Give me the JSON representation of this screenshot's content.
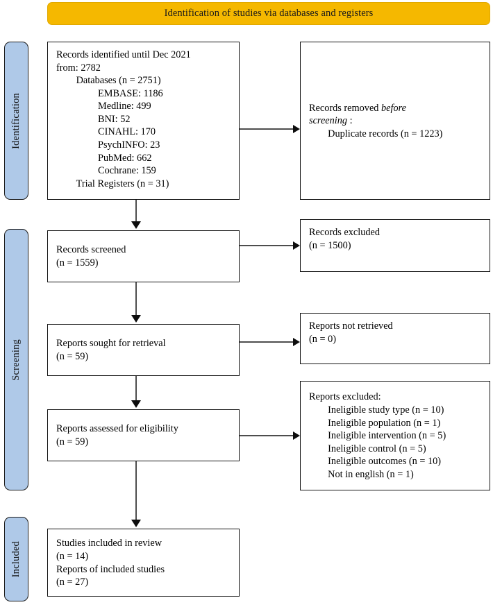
{
  "banner": {
    "title": "Identification of studies via databases and registers"
  },
  "stages": [
    {
      "key": "identification",
      "label": "Identification"
    },
    {
      "key": "screening",
      "label": "Screening"
    },
    {
      "key": "included",
      "label": "Included"
    }
  ],
  "boxes": {
    "identified": {
      "name": "records-identified",
      "l1": "Records identified until Dec 2021",
      "l2": "from: 2782",
      "l3": "Databases (n = 2751)",
      "l4": "EMBASE: 1186",
      "l5": "Medline: 499",
      "l6": "BNI: 52",
      "l7": "CINAHL: 170",
      "l8": "PsychINFO: 23",
      "l9": "PubMed: 662",
      "l10": "Cochrane: 159",
      "l11": "Trial Registers (n = 31)"
    },
    "removed": {
      "name": "records-removed-before-screening",
      "l1a": "Records removed ",
      "l1b": "before",
      "l2a": "screening",
      "l2b": " :",
      "l3": "Duplicate records (n = 1223)"
    },
    "screened": {
      "name": "records-screened",
      "l1": "Records screened",
      "l2": "(n = 1559)"
    },
    "excluded_records": {
      "name": "records-excluded",
      "l1": "Records excluded",
      "l2": "(n = 1500)"
    },
    "sought": {
      "name": "reports-sought-for-retrieval",
      "l1": "Reports sought for retrieval",
      "l2": "(n = 59)"
    },
    "not_retrieved": {
      "name": "reports-not-retrieved",
      "l1": "Reports not retrieved",
      "l2": "(n = 0)"
    },
    "assessed": {
      "name": "reports-assessed-for-eligibility",
      "l1": "Reports assessed for eligibility",
      "l2": "(n = 59)"
    },
    "reports_excluded": {
      "name": "reports-excluded",
      "l1": "Reports excluded:",
      "l2": "Ineligible study type (n = 10)",
      "l3": "Ineligible population (n = 1)",
      "l4": "Ineligible intervention (n = 5)",
      "l5": "Ineligible control (n = 5)",
      "l6": "Ineligible outcomes (n = 10)",
      "l7": "Not in english (n = 1)"
    },
    "included": {
      "name": "studies-included-in-review",
      "l1": "Studies included in review",
      "l2": "(n = 14)",
      "l3": "Reports of included studies",
      "l4": "(n = 27)"
    }
  },
  "chart_data": {
    "type": "diagram",
    "title": "Identification of studies via databases and registers",
    "stages": [
      "Identification",
      "Screening",
      "Included"
    ],
    "nodes": [
      {
        "id": "identified",
        "stage": "Identification",
        "total_from": 2782,
        "databases_n": 2751,
        "trial_registers_n": 31,
        "sources": [
          {
            "name": "EMBASE",
            "count": 1186
          },
          {
            "name": "Medline",
            "count": 499
          },
          {
            "name": "BNI",
            "count": 52
          },
          {
            "name": "CINAHL",
            "count": 170
          },
          {
            "name": "PsychINFO",
            "count": 23
          },
          {
            "name": "PubMed",
            "count": 662
          },
          {
            "name": "Cochrane",
            "count": 159
          }
        ]
      },
      {
        "id": "removed",
        "stage": "Identification",
        "duplicate_records": 1223
      },
      {
        "id": "screened",
        "stage": "Screening",
        "n": 1559
      },
      {
        "id": "excluded_records",
        "stage": "Screening",
        "n": 1500
      },
      {
        "id": "sought",
        "stage": "Screening",
        "n": 59
      },
      {
        "id": "not_retrieved",
        "stage": "Screening",
        "n": 0
      },
      {
        "id": "assessed",
        "stage": "Screening",
        "n": 59
      },
      {
        "id": "reports_excluded",
        "stage": "Screening",
        "reasons": [
          {
            "reason": "Ineligible study type",
            "n": 10
          },
          {
            "reason": "Ineligible population",
            "n": 1
          },
          {
            "reason": "Ineligible intervention",
            "n": 5
          },
          {
            "reason": "Ineligible control",
            "n": 5
          },
          {
            "reason": "Ineligible outcomes",
            "n": 10
          },
          {
            "reason": "Not in english",
            "n": 1
          }
        ]
      },
      {
        "id": "included",
        "stage": "Included",
        "studies_in_review": 14,
        "reports_of_included_studies": 27
      }
    ],
    "edges": [
      {
        "from": "identified",
        "to": "removed",
        "direction": "right"
      },
      {
        "from": "identified",
        "to": "screened",
        "direction": "down"
      },
      {
        "from": "screened",
        "to": "excluded_records",
        "direction": "right"
      },
      {
        "from": "screened",
        "to": "sought",
        "direction": "down"
      },
      {
        "from": "sought",
        "to": "not_retrieved",
        "direction": "right"
      },
      {
        "from": "sought",
        "to": "assessed",
        "direction": "down"
      },
      {
        "from": "assessed",
        "to": "reports_excluded",
        "direction": "right"
      },
      {
        "from": "assessed",
        "to": "included",
        "direction": "down"
      }
    ],
    "colors": {
      "banner": "#F5B800",
      "stage_label": "#AFC9E8",
      "box_border": "#121212",
      "arrow": "#4d4d4d"
    }
  }
}
